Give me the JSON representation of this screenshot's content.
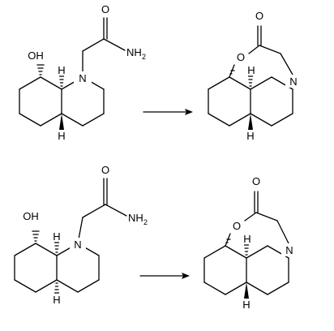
{
  "reactions": [
    {
      "reactant": {
        "hydroxyl": "OH",
        "carbonyl_o": "O",
        "amine_nh": "NH",
        "amine_sub": "2",
        "ring_n": "N",
        "stereo_h_top": "H",
        "stereo_h_bottom": "H"
      },
      "product": {
        "carbonyl_o": "O",
        "ring_o": "O",
        "ring_n": "N",
        "stereo_h_top": "H",
        "stereo_h_bottom": "H"
      }
    },
    {
      "reactant": {
        "hydroxyl": "OH",
        "carbonyl_o": "O",
        "amine_nh": "NH",
        "amine_sub": "2",
        "ring_n": "N",
        "stereo_h_top": "H",
        "stereo_h_bottom": "H"
      },
      "product": {
        "carbonyl_o": "O",
        "ring_o": "O",
        "ring_n": "N",
        "stereo_h_top": "H",
        "stereo_h_bottom": "H"
      }
    }
  ],
  "colors": {
    "ink": "#000000",
    "background": "#ffffff"
  }
}
